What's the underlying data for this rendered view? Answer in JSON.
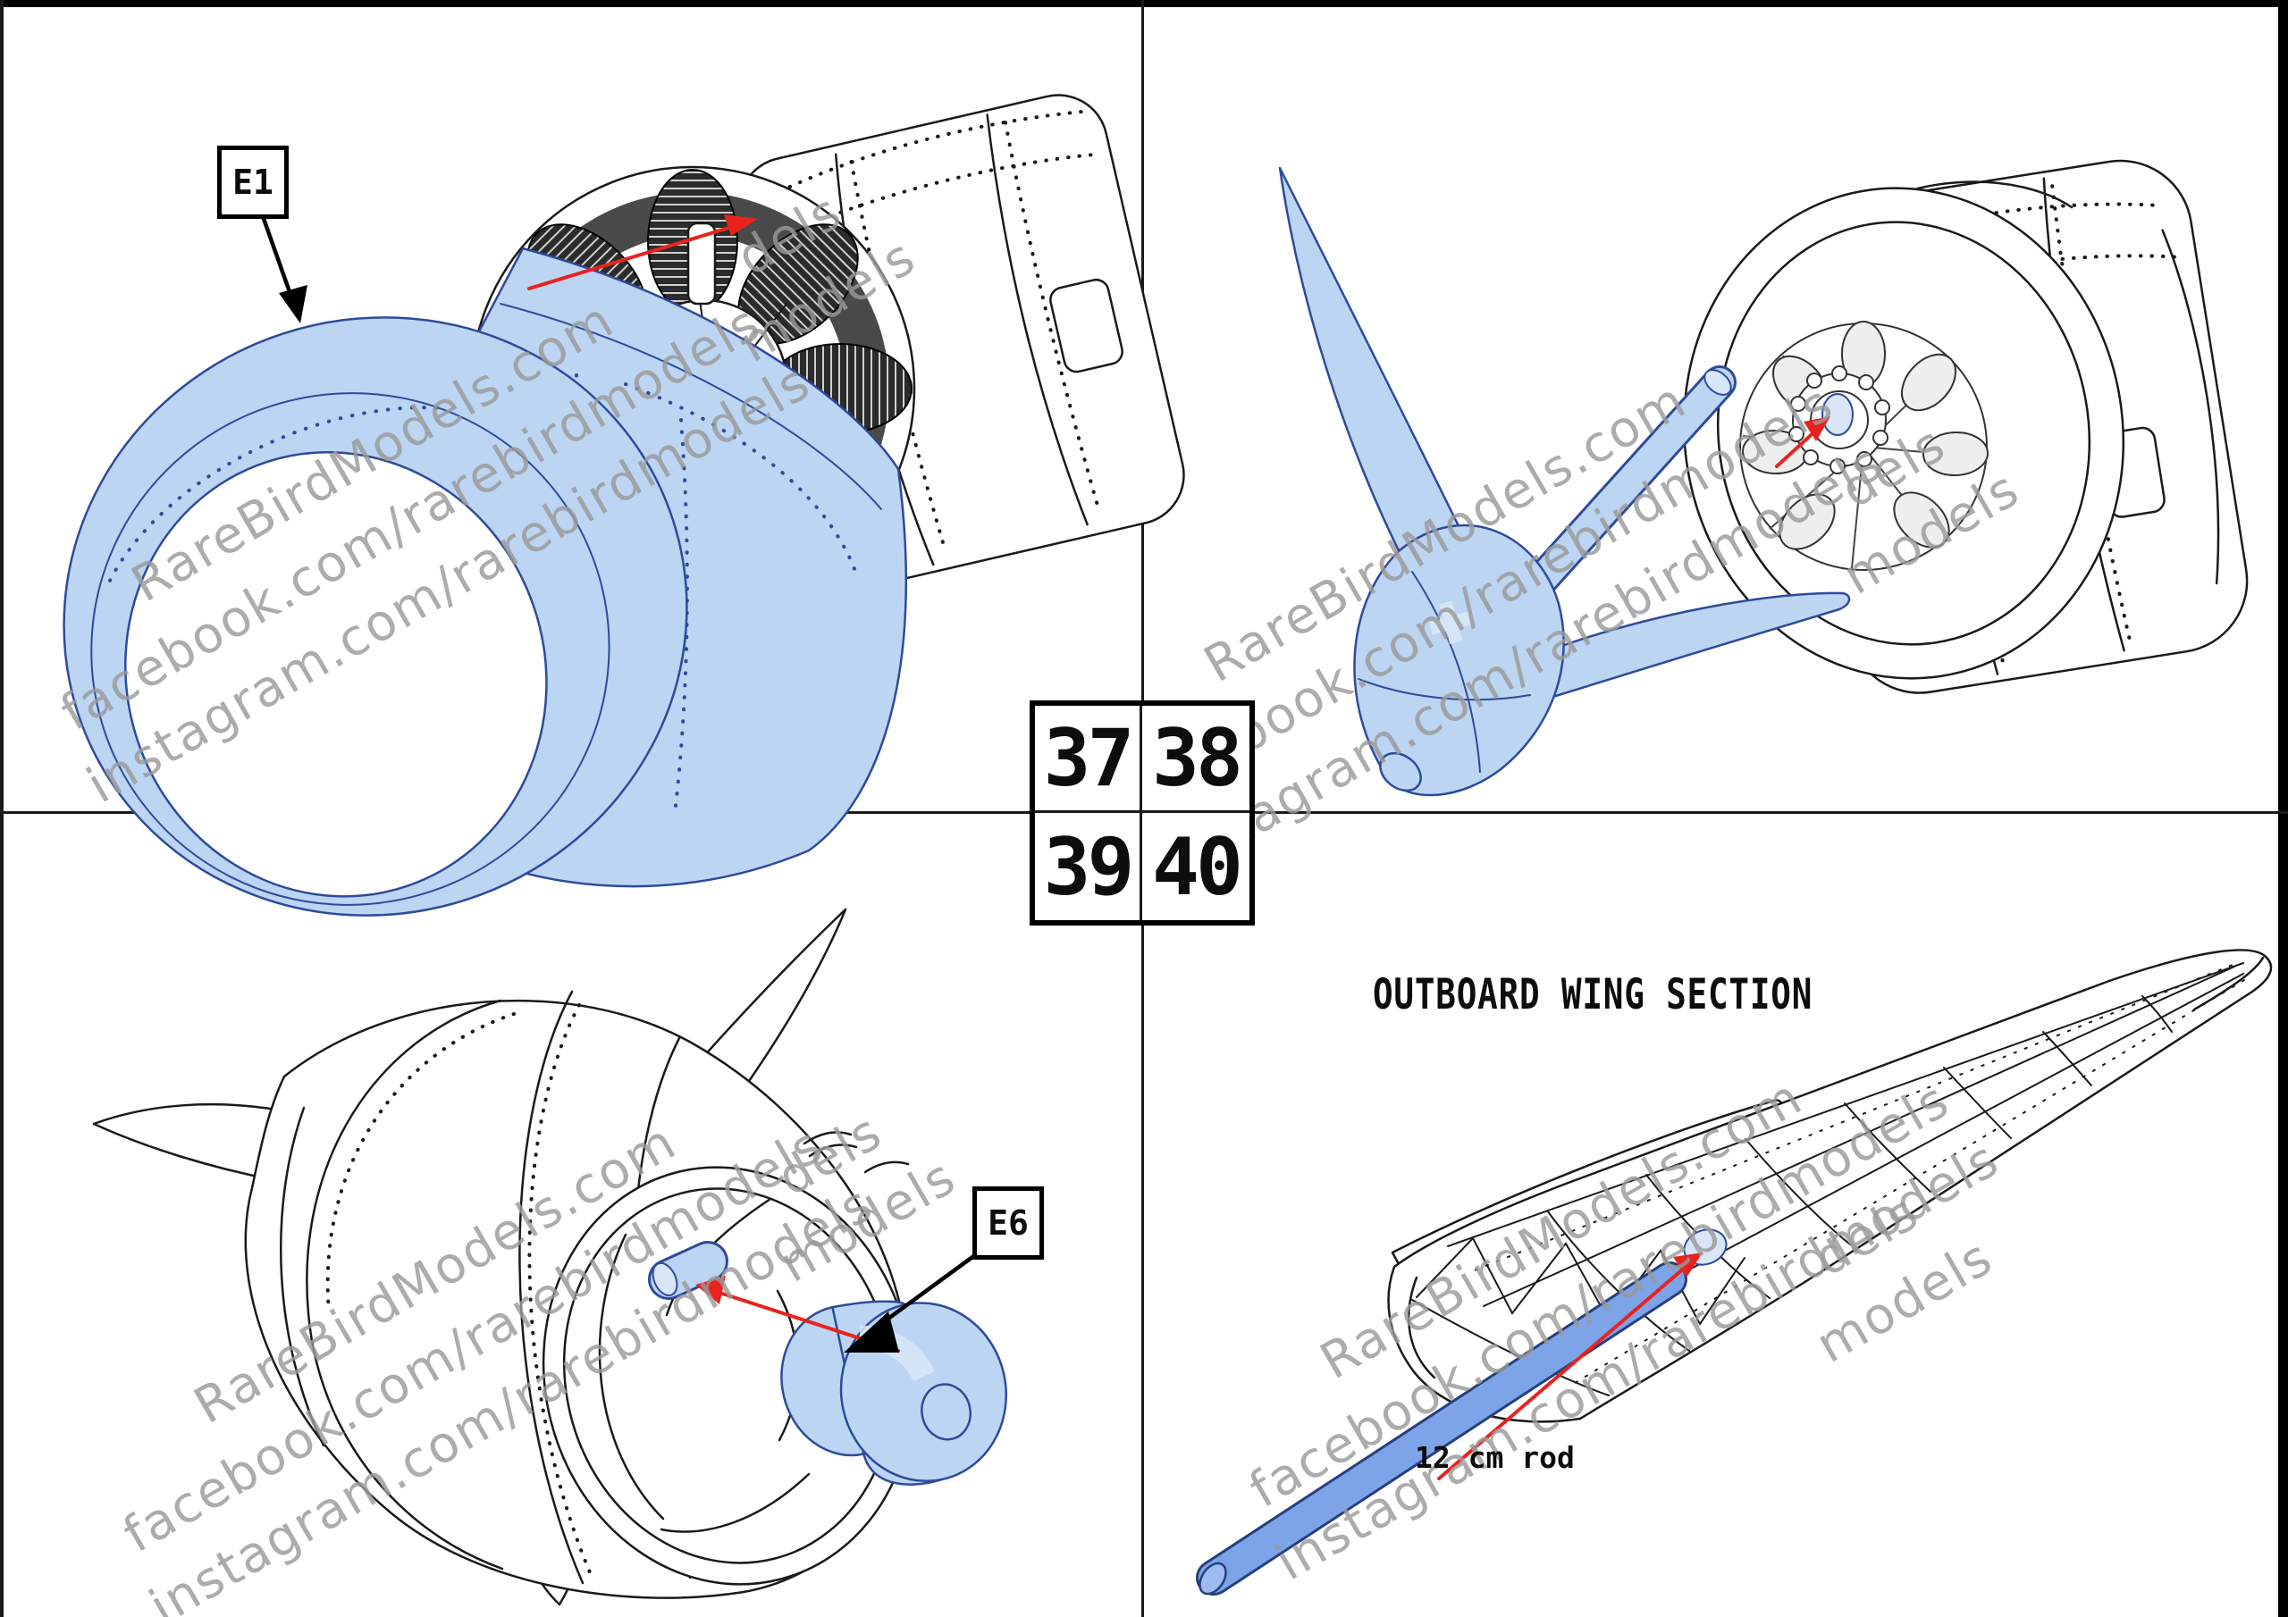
{
  "sheet": {
    "step_grid": {
      "cells": [
        "37",
        "38",
        "39",
        "40"
      ]
    },
    "panels": [
      {
        "step": "37",
        "callout": "E1",
        "content": "engine cowling ring attached to radial engine and nacelle"
      },
      {
        "step": "38",
        "content": "three-blade propeller with spinner attached to engine hub"
      },
      {
        "step": "39",
        "callout": "E6",
        "content": "spinner cap inserted into rear of engine nacelle"
      },
      {
        "step": "40",
        "title": "OUTBOARD WING SECTION",
        "annotation": "12 cm rod",
        "content": "rod inserted into outboard wing frame root rib"
      }
    ]
  },
  "watermark": {
    "lines": [
      "RareBirdModels.com",
      "facebook.com/rarebirdmodels",
      "instagram.com/rarebirdmodels"
    ],
    "fragments": [
      "dels",
      "models"
    ]
  },
  "colors": {
    "part_fill": "#bcd5f2",
    "part_stroke": "#2e4a9c",
    "rod_fill": "#7da3e8",
    "rod_stroke": "#26407c",
    "highlight_fill": "#d8e6f8",
    "arrow_red": "#e8231d",
    "ink": "#1a1a1a",
    "watermark_gray": "#9a9a9a"
  }
}
